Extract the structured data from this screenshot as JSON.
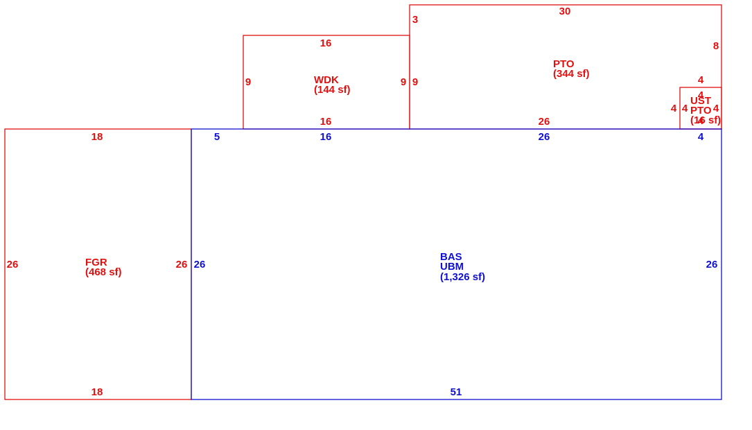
{
  "colors": {
    "red": "#e01010",
    "blue": "#1010d0"
  },
  "areas": {
    "fgr": {
      "code": "FGR",
      "area": "(468 sf)"
    },
    "wdk": {
      "code": "WDK",
      "area": "(144 sf)"
    },
    "pto": {
      "code": "PTO",
      "area": "(344 sf)"
    },
    "ust": {
      "code": "UST",
      "code2": "PTO",
      "area": "(16 sf)"
    },
    "bas": {
      "code": "BAS",
      "code2": "UBM",
      "area": "(1,326 sf)"
    }
  },
  "dimensions": {
    "fgr_top": "18",
    "fgr_bottom": "18",
    "fgr_left": "26",
    "fgr_right": "26",
    "wdk_top": "16",
    "wdk_bottom": "16",
    "wdk_left": "9",
    "wdk_right": "9",
    "pto_top": "30",
    "pto_bottom": "26",
    "pto_left_upper": "3",
    "pto_left": "9",
    "pto_right": "8",
    "ust_top": "4",
    "ust_left_outer": "4",
    "ust_left_inner": "4",
    "ust_inner_top": "4",
    "ust_right": "4",
    "ust_bottom": "4",
    "bas_top_a": "5",
    "bas_top_b": "16",
    "bas_top_c": "26",
    "bas_top_d": "4",
    "bas_left": "26",
    "bas_right": "26",
    "bas_bottom": "51"
  }
}
